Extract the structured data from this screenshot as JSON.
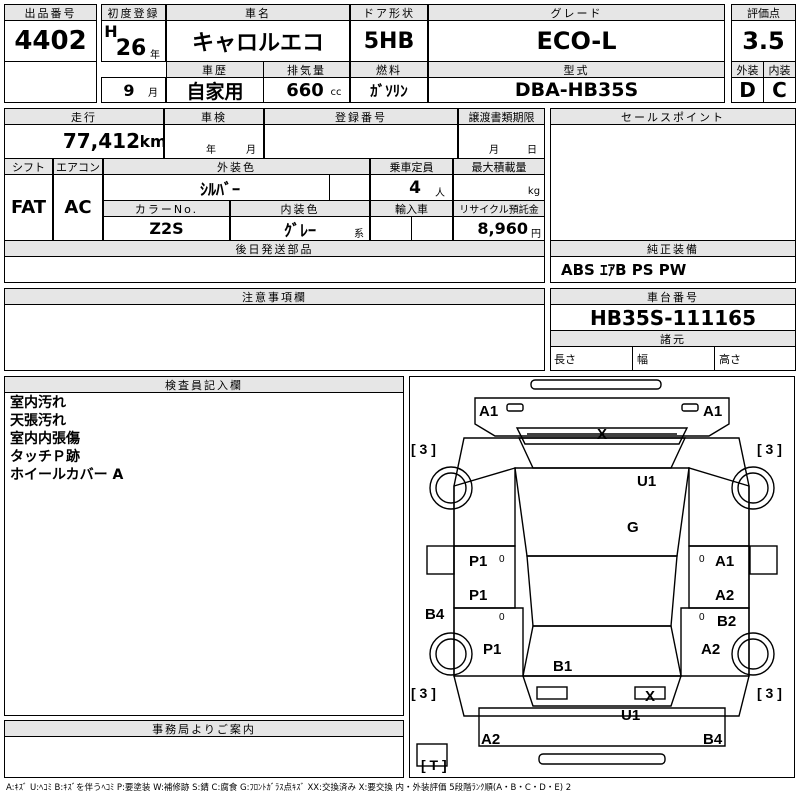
{
  "header": {
    "lot_label": "出品番号",
    "lot_no": "4402",
    "first_reg_label": "初度登録",
    "era": "H",
    "year": "26",
    "year_unit": "年",
    "month": "9",
    "month_unit": "月",
    "name_label": "車名",
    "car_name": "キャロルエコ",
    "history_label": "車歴",
    "history": "自家用",
    "disp_label": "排気量",
    "displacement": "660",
    "disp_unit": "cc",
    "door_label": "ドア形状",
    "door": "5HB",
    "fuel_label": "燃料",
    "fuel": "ｶﾞｿﾘﾝ",
    "grade_label": "グレード",
    "grade": "ECO-L",
    "model_label": "型式",
    "model": "DBA-HB35S",
    "score_label": "評価点",
    "score": "3.5",
    "ext_label": "外装",
    "ext_grade": "D",
    "int_label": "内装",
    "int_grade": "C"
  },
  "spec": {
    "mileage_label": "走行",
    "mileage": "77,412",
    "mileage_unit": "km",
    "inspection_label": "車検",
    "year_unit": "年",
    "month_unit": "月",
    "reg_label": "登録番号",
    "transfer_label": "譲渡書類期限",
    "transfer_month": "月",
    "transfer_day": "日",
    "shift_label": "シフト",
    "shift": "FAT",
    "ac_label": "エアコン",
    "ac": "AC",
    "ext_color_label": "外装色",
    "ext_color": "ｼﾙﾊﾞｰ",
    "seats_label": "乗車定員",
    "seats": "4",
    "seats_unit": "人",
    "load_label": "最大積載量",
    "load_unit": "kg",
    "color_no_label": "カラーNo.",
    "color_no": "Z2S",
    "int_color_label": "内装色",
    "int_color": "ｸﾞﾚｰ",
    "int_color_unit": "系",
    "import_label": "輸入車",
    "recycle_label": "リサイクル預託金",
    "recycle": "8,960",
    "recycle_unit": "円",
    "later_label": "後日発送部品"
  },
  "right": {
    "sales_label": "セールスポイント",
    "equip_label": "純正装備",
    "equip": "ABS ｴｱB PS PW",
    "chassis_label": "車台番号",
    "chassis": "HB35S-111165",
    "dims_label": "諸元",
    "len": "長さ",
    "wid": "幅",
    "hgt": "高さ"
  },
  "notes": {
    "label": "注意事項欄"
  },
  "inspector": {
    "label": "検査員記入欄",
    "lines": [
      "室内汚れ",
      "天張汚れ",
      "室内内張傷",
      "タッチＰ跡",
      "ホイールカバー A"
    ]
  },
  "office": {
    "label": "事務局よりご案内"
  },
  "diagram": {
    "marks": [
      "A1",
      "A1",
      "X",
      "U1",
      "G",
      "P1",
      "A1",
      "P1",
      "A2",
      "B2",
      "B4",
      "P1",
      "A2",
      "B1",
      "X",
      "U1",
      "A2",
      "B4"
    ],
    "tire_marks": [
      "[ 3 ]",
      "[ 3 ]",
      "[ 3 ]",
      "[ 3 ]",
      "[ T ]"
    ],
    "zeros": [
      "0",
      "0",
      "0",
      "0"
    ]
  },
  "legend": "A:ｷｽﾞ U:ﾍｺﾐ B:ｷｽﾞを伴うﾍｺﾐ P:要塗装 W:補修跡 S:錆 C:腐食 G:ﾌﾛﾝﾄｶﾞﾗｽ点ｷｽﾞ XX:交換済み X:要交換 内・外装評価 5段階ﾗﾝｸ順(A・B・C・D・E) 2"
}
